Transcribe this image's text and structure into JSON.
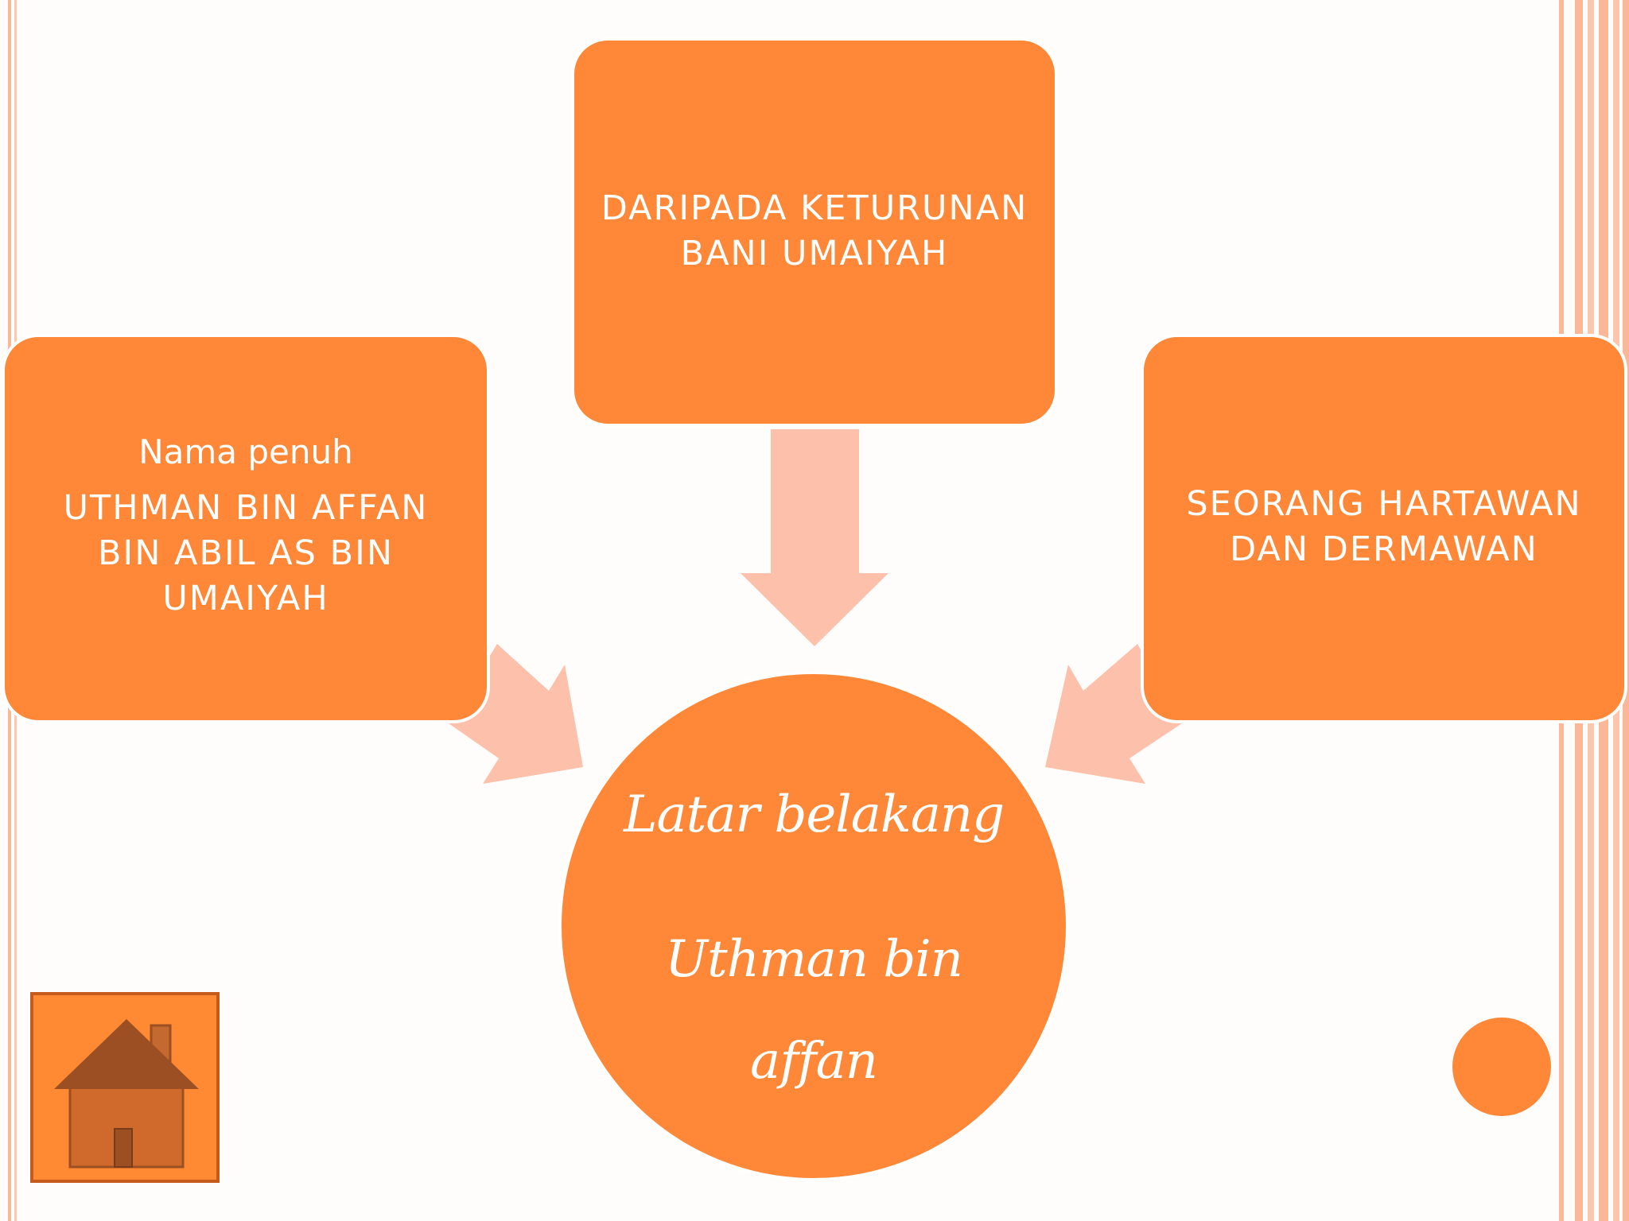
{
  "colors": {
    "accent": "#ff8838",
    "arrow": "#fdc1ab",
    "stripe": "#fbb898",
    "home_button": "#ff8a33",
    "house": "#9b4f22"
  },
  "boxes": {
    "top": {
      "lines": [
        "DARIPADA KETURUNAN",
        "BANI UMAIYAH"
      ]
    },
    "left": {
      "heading": "Nama penuh",
      "lines": [
        "UTHMAN BIN AFFAN",
        "BIN ABIL AS BIN",
        "UMAIYAH"
      ]
    },
    "right": {
      "lines": [
        "SEORANG HARTAWAN",
        "DAN DERMAWAN"
      ]
    }
  },
  "center": {
    "line1": "Latar belakang",
    "line2": "Uthman bin",
    "line3": "affan"
  },
  "home_button": {
    "icon": "home-icon"
  }
}
